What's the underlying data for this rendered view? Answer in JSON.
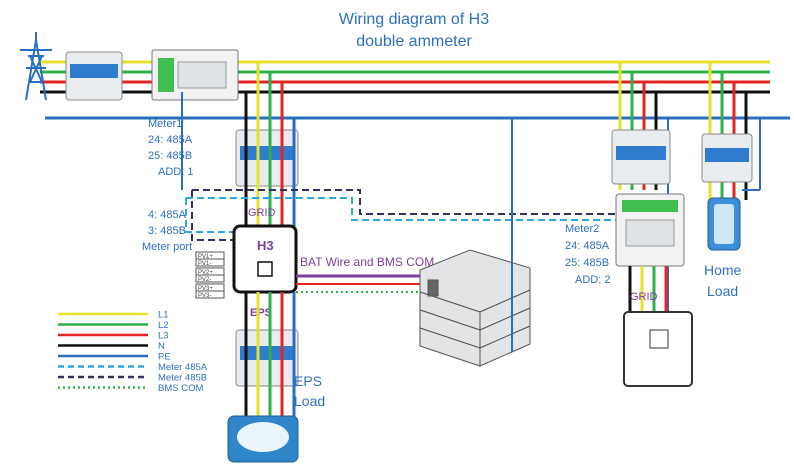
{
  "title": {
    "line1": "Wiring diagram of H3",
    "line2": "double ammeter"
  },
  "meter1": {
    "name": "Meter1",
    "pin24": "24:  485A",
    "pin25": "25:  485B",
    "addr": "ADD: 1"
  },
  "meter_port": {
    "pin4": "4:  485A",
    "pin3": "3:  485B",
    "label": "Meter port"
  },
  "inverter": {
    "label": "H3",
    "grid": "GRID",
    "eps": "EPS"
  },
  "pv": [
    "PV1+",
    "PV1-",
    "PV2+",
    "PV2-",
    "PV3+",
    "PV3-"
  ],
  "battery_label": "BAT Wire and BMS COM",
  "meter2": {
    "name": "Meter2",
    "pin24": "24:  485A",
    "pin25": "25:  485B",
    "addr": "ADD: 2",
    "grid": "GRID"
  },
  "home_load": {
    "line1": "Home",
    "line2": "Load"
  },
  "eps_load": {
    "line1": "EPS",
    "line2": "Load"
  },
  "legend": [
    {
      "label": "L1",
      "color": "#e6e22a",
      "style": "solid"
    },
    {
      "label": "L2",
      "color": "#2fb04a",
      "style": "solid"
    },
    {
      "label": "L3",
      "color": "#e32424",
      "style": "solid"
    },
    {
      "label": "N",
      "color": "#111111",
      "style": "solid"
    },
    {
      "label": "PE",
      "color": "#2a6fbf",
      "style": "solid"
    },
    {
      "label": "Meter 485A",
      "color": "#2fa8e0",
      "style": "dashed"
    },
    {
      "label": "Meter 485B",
      "color": "#34315e",
      "style": "dashed"
    },
    {
      "label": "BMS COM",
      "color": "#2fb04a",
      "style": "dotted"
    }
  ]
}
